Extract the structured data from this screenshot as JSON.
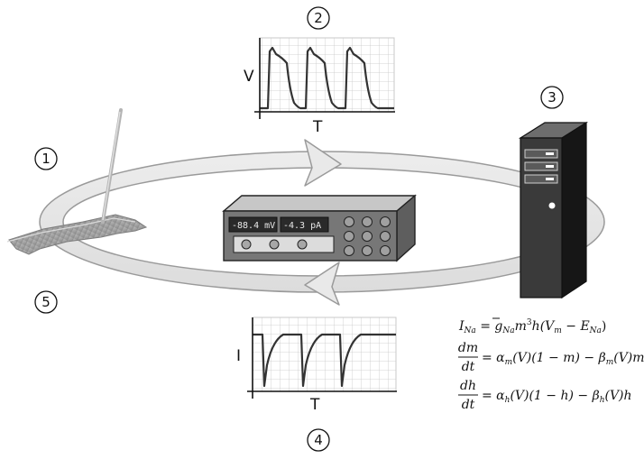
{
  "steps": [
    "1",
    "2",
    "3",
    "4",
    "5"
  ],
  "voltage_plot": {
    "ylabel": "V",
    "xlabel": "T"
  },
  "current_plot": {
    "ylabel": "I",
    "xlabel": "T"
  },
  "amplifier": {
    "display_voltage": "-88.4 mV",
    "display_current": "-4.3 pA"
  },
  "equations": {
    "eq1": {
      "lhs": "I",
      "lhs_sub": "Na",
      "equals": " = ",
      "g": "g",
      "g_sub": "Na",
      "m": "m",
      "m_sup": "3",
      "h": "h",
      "open": "(V",
      "vm_sub": "m",
      "minus": " − E",
      "ena_sub": "Na",
      "close": ")"
    },
    "eq2": {
      "num": "dm",
      "den": "dt",
      "a": "= α",
      "a_sub": "m",
      "a_arg": "(V)(1 − m) − β",
      "b_sub": "m",
      "b_arg": "(V)m"
    },
    "eq3": {
      "num": "dh",
      "den": "dt",
      "a": "= α",
      "a_sub": "h",
      "a_arg": "(V)(1 − h) − β",
      "b_sub": "h",
      "b_arg": "(V)h"
    }
  },
  "colors": {
    "ring": "#e4e4e4",
    "ring_stroke": "#9a9a9a",
    "server": "#2e2e2e",
    "amplifier": "#6f6f6f",
    "grid": "#c8c8c8"
  }
}
